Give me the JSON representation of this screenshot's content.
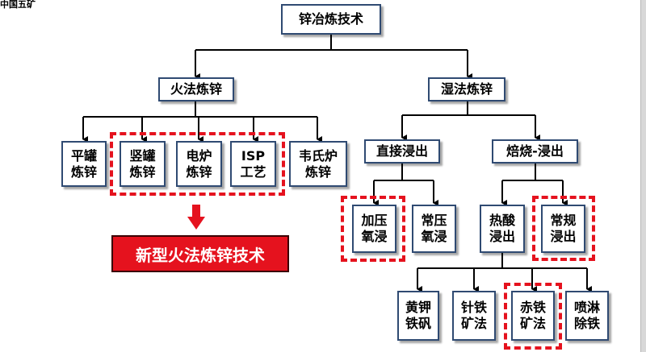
{
  "corner_text": "中国五矿",
  "banner": "新型火法炼锌技术",
  "nodes": {
    "root": "锌冶炼技术",
    "fire": "火法炼锌",
    "wet": "湿法炼锌",
    "pingguan": [
      "平罐",
      "炼锌"
    ],
    "shuguan": [
      "竖罐",
      "炼锌"
    ],
    "dianlu": [
      "电炉",
      "炼锌"
    ],
    "isp": [
      "ISP",
      "工艺"
    ],
    "weishi": [
      "韦氏炉",
      "炼锌"
    ],
    "direct": "直接浸出",
    "roast": "焙烧-浸出",
    "jiaya": [
      "加压",
      "氧浸"
    ],
    "changya": [
      "常压",
      "氧浸"
    ],
    "resuan": [
      "热酸",
      "浸出"
    ],
    "changgui": [
      "常规",
      "浸出"
    ],
    "huangjia": [
      "黄钾",
      "铁矾"
    ],
    "zhentie": [
      "针铁",
      "矿法"
    ],
    "chitie": [
      "赤铁",
      "矿法"
    ],
    "penlin": [
      "喷淋",
      "除铁"
    ]
  },
  "colors": {
    "node_border": "#2f4a72",
    "highlight": "#e5121e",
    "banner_bg": "#e5121e",
    "banner_text": "#ffffff"
  }
}
